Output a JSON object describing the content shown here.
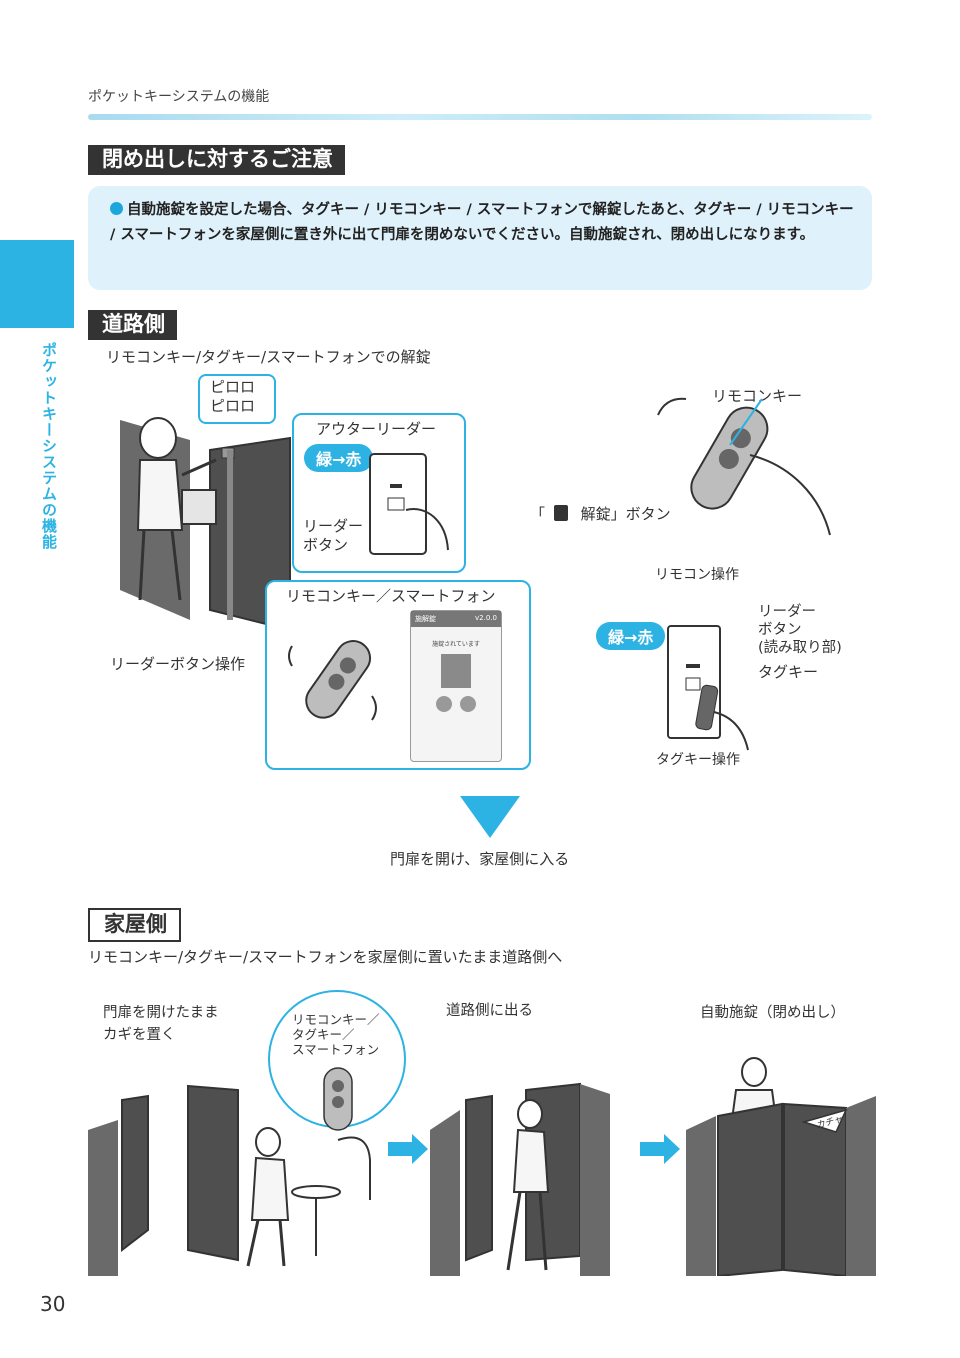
{
  "header": {
    "title": "ポケットキーシステムの機能"
  },
  "side_tab": {
    "label": "ポケットキーシステムの機能"
  },
  "notice_section": {
    "title": "閉め出しに対するご注意",
    "text": "自動施錠を設定した場合、タグキー / リモコンキー / スマートフォンで解錠したあと、タグキー / リモコンキー / スマートフォンを家屋側に置き外に出て門扉を閉めないでください。自動施錠され、閉め出しになります。"
  },
  "road_side": {
    "title": "道路側",
    "subtitle": "リモコンキー/タグキー/スマートフォンでの解錠",
    "speech": "ピロロ\nピロロ",
    "outer_reader": {
      "title": "アウターリーダー",
      "pill": "緑→赤",
      "button_label": "リーダー\nボタン"
    },
    "reader_op_label": "リーダーボタン操作",
    "remote_smart_box": {
      "title": "リモコンキー／スマートフォン"
    },
    "app": {
      "title": "施解錠",
      "version": "v2.0.0",
      "status": "施錠されています"
    },
    "remote": {
      "label": "リモコンキー",
      "unlock_open": "「",
      "unlock_label": "解錠」ボタン",
      "op_label": "リモコン操作"
    },
    "tag": {
      "pill": "緑→赤",
      "reader_label": "リーダー\nボタン\n(読み取り部)",
      "tag_label": "タグキー",
      "op_label": "タグキー操作"
    }
  },
  "transition": {
    "label": "門扉を開け、家屋側に入る"
  },
  "house_side": {
    "title": "家屋側",
    "subtitle": "リモコンキー/タグキー/スマートフォンを家屋側に置いたまま道路側へ",
    "step1": "門扉を開けたまま\nカギを置く",
    "bubble": "リモコンキー／\nタグキー／\nスマートフォン",
    "step2": "道路側に出る",
    "step3": "自動施錠（閉め出し）",
    "sound": "カチャ"
  },
  "page_number": "30",
  "colors": {
    "accent": "#2cb3e3",
    "dark": "#333333",
    "notice_bg": "#dff1fa"
  }
}
